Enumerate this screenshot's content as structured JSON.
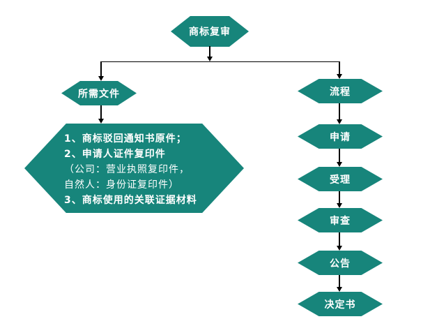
{
  "diagram": {
    "root_label": "商标复审",
    "left_branch_label": "所需文件",
    "right_branch_label": "流程",
    "documents_lines": [
      {
        "text": "1、商标驳回通知书原件；",
        "style": "bold"
      },
      {
        "text": "2、申请人证件复印件",
        "style": "bold"
      },
      {
        "text": "（公司：营业执照复印件，",
        "style": "normal"
      },
      {
        "text": "自然人：身份证复印件）",
        "style": "normal"
      },
      {
        "text": "3、商标使用的关联证据材料",
        "style": "bold"
      }
    ],
    "process_steps": [
      "申请",
      "受理",
      "审查",
      "公告",
      "决定书"
    ],
    "colors": {
      "shape": "#17857B",
      "text": "#FFFFFF",
      "line": "#000000",
      "background": "#FFFFFF"
    }
  }
}
